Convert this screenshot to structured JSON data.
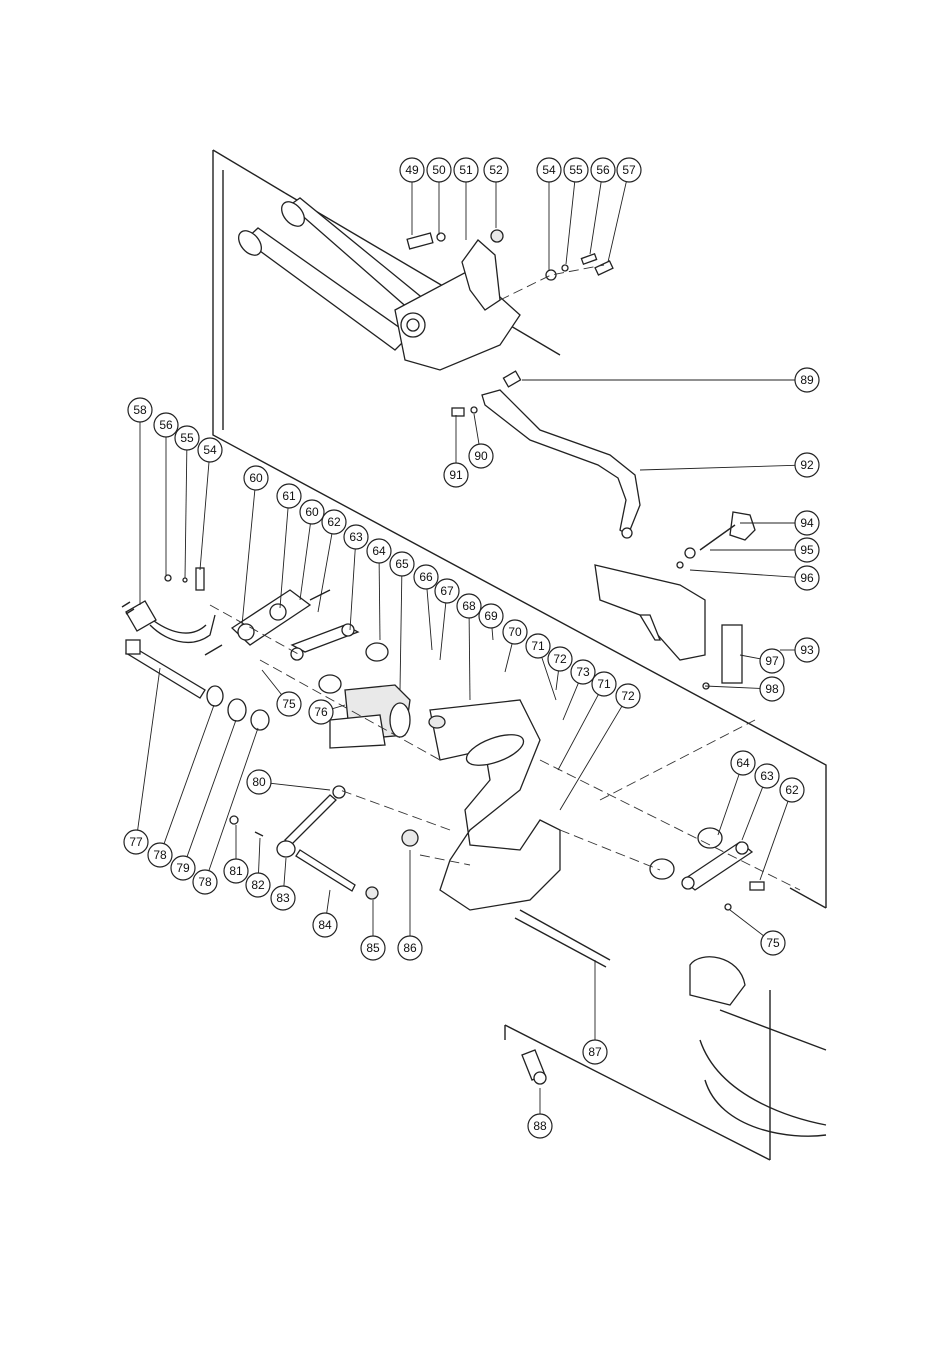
{
  "callouts": [
    {
      "id": "c49",
      "label": "49"
    },
    {
      "id": "c50",
      "label": "50"
    },
    {
      "id": "c51",
      "label": "51"
    },
    {
      "id": "c52",
      "label": "52"
    },
    {
      "id": "c54",
      "label": "54"
    },
    {
      "id": "c55",
      "label": "55"
    },
    {
      "id": "c56",
      "label": "56"
    },
    {
      "id": "c57",
      "label": "57"
    },
    {
      "id": "c89",
      "label": "89"
    },
    {
      "id": "c58",
      "label": "58"
    },
    {
      "id": "c56b",
      "label": "56"
    },
    {
      "id": "c55b",
      "label": "55"
    },
    {
      "id": "c54b",
      "label": "54"
    },
    {
      "id": "c91",
      "label": "91"
    },
    {
      "id": "c90",
      "label": "90"
    },
    {
      "id": "c92",
      "label": "92"
    },
    {
      "id": "c60",
      "label": "60"
    },
    {
      "id": "c61",
      "label": "61"
    },
    {
      "id": "c60b",
      "label": "60"
    },
    {
      "id": "c62",
      "label": "62"
    },
    {
      "id": "c63",
      "label": "63"
    },
    {
      "id": "c64",
      "label": "64"
    },
    {
      "id": "c65",
      "label": "65"
    },
    {
      "id": "c66",
      "label": "66"
    },
    {
      "id": "c67",
      "label": "67"
    },
    {
      "id": "c68",
      "label": "68"
    },
    {
      "id": "c69",
      "label": "69"
    },
    {
      "id": "c70",
      "label": "70"
    },
    {
      "id": "c71",
      "label": "71"
    },
    {
      "id": "c72",
      "label": "72"
    },
    {
      "id": "c73",
      "label": "73"
    },
    {
      "id": "c71b",
      "label": "71"
    },
    {
      "id": "c72b",
      "label": "72"
    },
    {
      "id": "c94",
      "label": "94"
    },
    {
      "id": "c95",
      "label": "95"
    },
    {
      "id": "c96",
      "label": "96"
    },
    {
      "id": "c93",
      "label": "93"
    },
    {
      "id": "c97",
      "label": "97"
    },
    {
      "id": "c98",
      "label": "98"
    },
    {
      "id": "c75",
      "label": "75"
    },
    {
      "id": "c76",
      "label": "76"
    },
    {
      "id": "c77",
      "label": "77"
    },
    {
      "id": "c78",
      "label": "78"
    },
    {
      "id": "c79",
      "label": "79"
    },
    {
      "id": "c78b",
      "label": "78"
    },
    {
      "id": "c80",
      "label": "80"
    },
    {
      "id": "c81",
      "label": "81"
    },
    {
      "id": "c82",
      "label": "82"
    },
    {
      "id": "c83",
      "label": "83"
    },
    {
      "id": "c84",
      "label": "84"
    },
    {
      "id": "c85",
      "label": "85"
    },
    {
      "id": "c86",
      "label": "86"
    },
    {
      "id": "c64b",
      "label": "64"
    },
    {
      "id": "c63b",
      "label": "63"
    },
    {
      "id": "c62b",
      "label": "62"
    },
    {
      "id": "c75b",
      "label": "75"
    },
    {
      "id": "c87",
      "label": "87"
    },
    {
      "id": "c88",
      "label": "88"
    }
  ]
}
